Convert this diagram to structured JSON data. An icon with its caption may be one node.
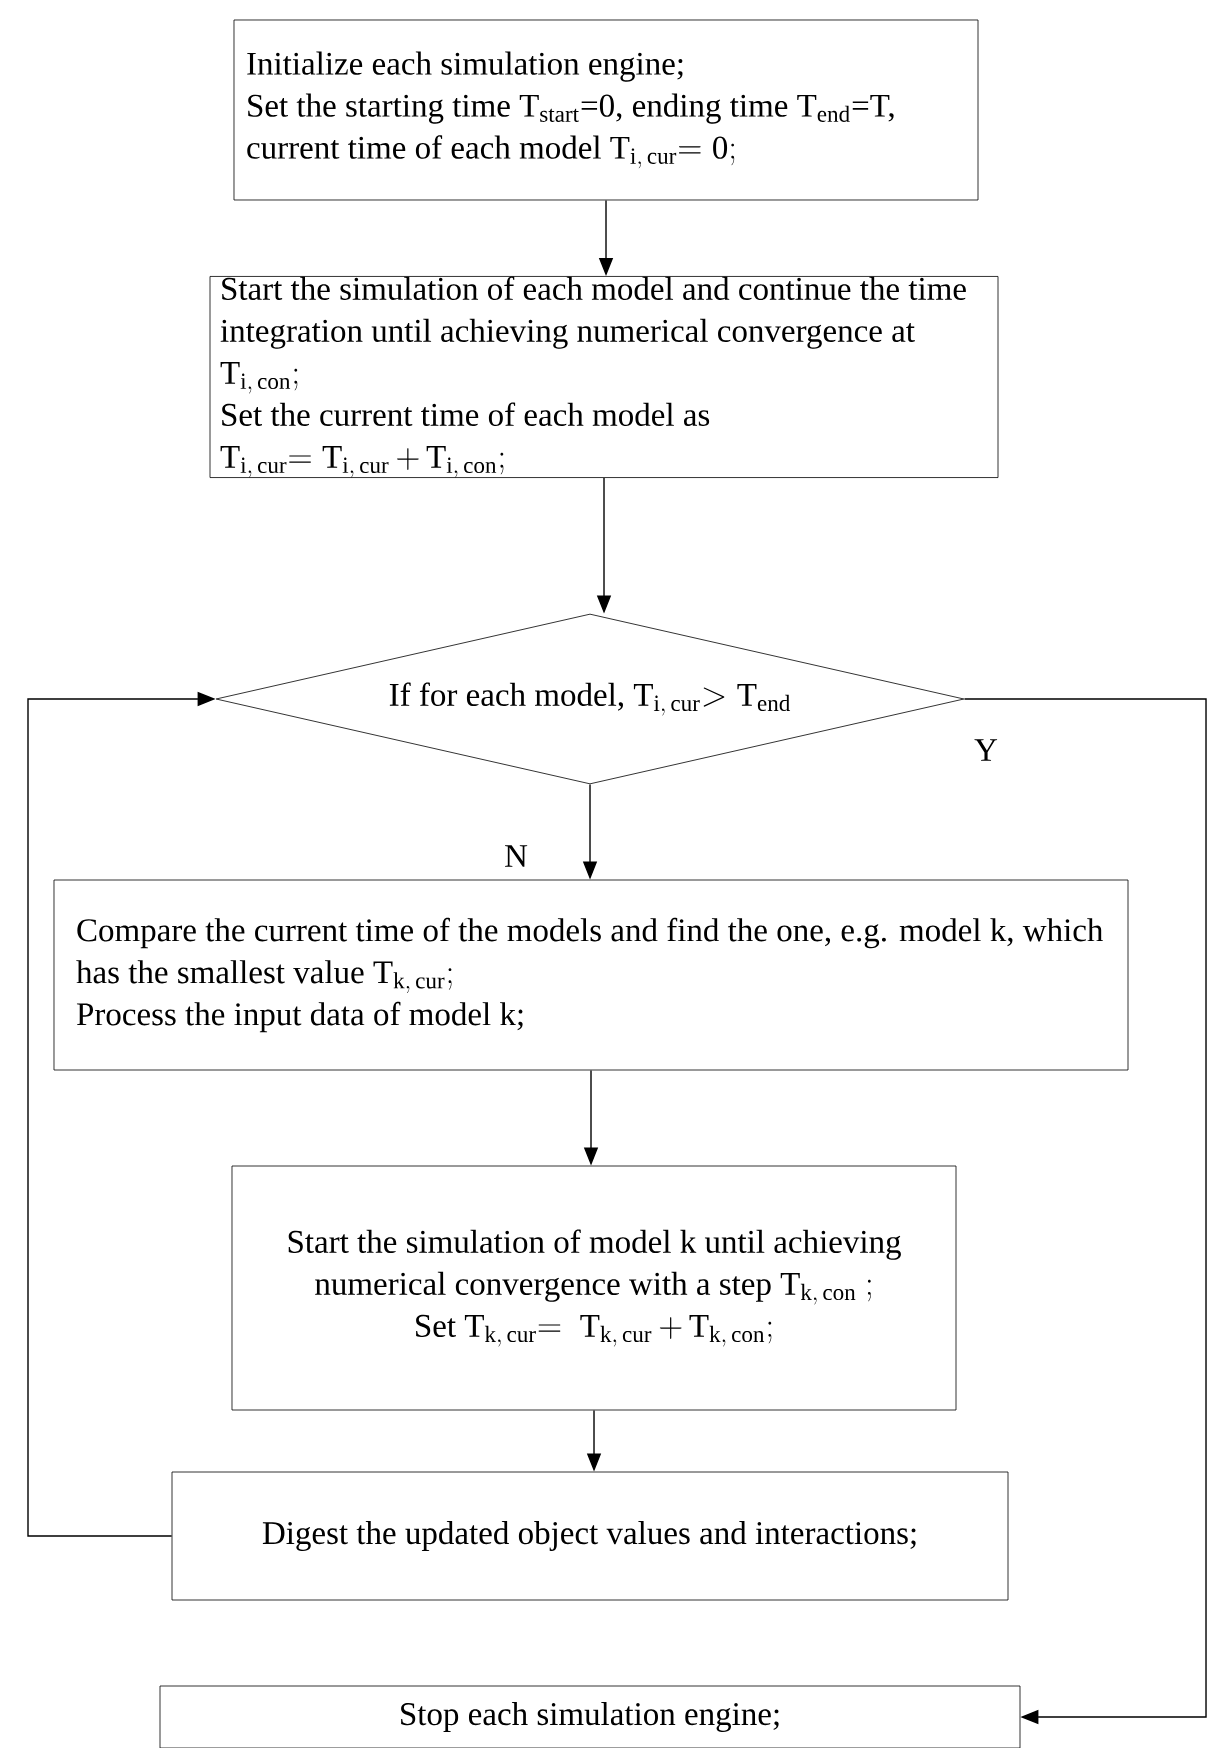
{
  "diagram": {
    "nodes": [
      {
        "text": [
          "Initialize each simulation engine;",
          "Set the starting time T$_{start}$=0, ending time T$_{end}$=T, current time of each model",
          "\\mathrm{T}_{\\mathrm{i,\\,cur}}\\mathrm{=0;}"
        ]
      },
      {
        "text": [
          "Start the simulation of each model and continue the time integration until achieving numerical convergence at",
          "\\mathrm{T}_{\\mathrm{i,\\,con}}\\mathrm{;}",
          "Set the current time of each model as",
          "\\mathrm{T}_{\\mathrm{i,\\,cur}}\\mathrm{=T}_{\\mathrm{i,\\,cur}}\\mathrm{\\,+\\,T}_{\\mathrm{i,\\,con}}\\mathrm{;}"
        ]
      },
      {
        "text": [
          "If for each model,",
          "\\mathrm{T}_{\\mathrm{i,\\,cur}}\\mathrm{>T}_{\\mathrm{end}}"
        ]
      },
      {
        "text": [
          "Compare the current time of the models and find the one, e.g. model k, which has the smallest value",
          "\\mathrm{T}_{\\mathrm{k,\\,cur}}\\mathrm{;}",
          "Process the input data of model k;"
        ]
      },
      {
        "text": [
          "Start the simulation of model k until achieving numerical convergence with a step",
          "\\mathrm{T}_{\\mathrm{k,\\,con}}\\mathrm{\\ ;}",
          "Set",
          "\\mathrm{T}_{\\mathrm{k,\\,cur}}\\mathrm{=\\ T}_{\\mathrm{k,\\,cur}}\\mathrm{\\,+\\,T}_{\\mathrm{k,\\,con}}\\mathrm{;}"
        ]
      },
      {
        "text": [
          "Digest the updated object values and interactions;"
        ]
      },
      {
        "text": [
          "Stop each simulation engine;"
        ]
      }
    ],
    "edges": [
      {
        "from": 0,
        "to": 1,
        "arrow": "to"
      },
      {
        "from": 1,
        "to": 2,
        "arrow": "to"
      },
      {
        "from": 2,
        "to": 3,
        "arrow": "to",
        "label": "N"
      },
      {
        "from": 3,
        "to": 4,
        "arrow": "to"
      },
      {
        "from": 4,
        "to": 5,
        "arrow": "to"
      },
      {
        "from": 5,
        "to": 2,
        "arrow": "to"
      },
      {
        "from": 2,
        "to": 6,
        "arrow": "to",
        "label": "Y"
      }
    ]
  }
}
